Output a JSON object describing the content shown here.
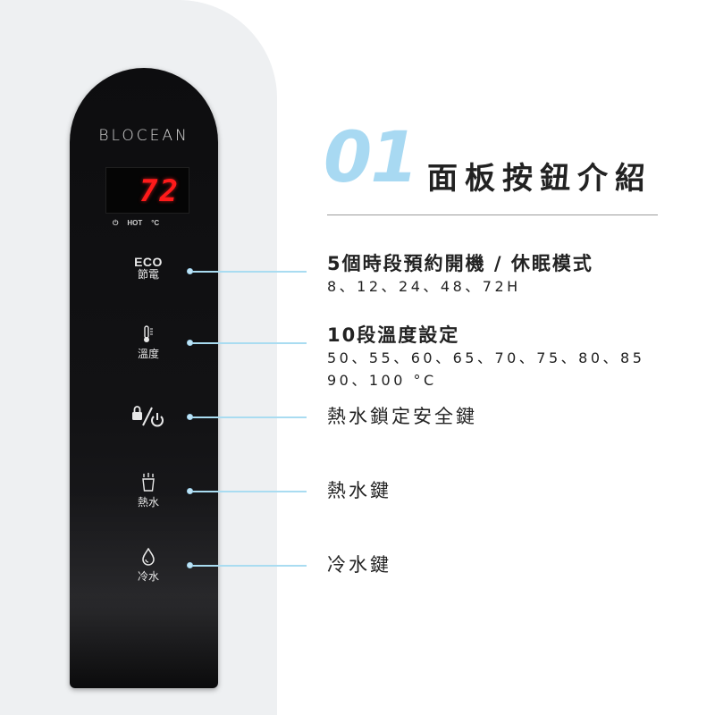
{
  "panel": {
    "brand": "BLOCEAN",
    "display_value": "72",
    "indicators": [
      "⏻",
      "HOT",
      "°C"
    ],
    "buttons": [
      {
        "top_label": "ECO",
        "bottom_label": "節電",
        "icon": "eco-text"
      },
      {
        "top_label": "",
        "bottom_label": "溫度",
        "icon": "thermometer-icon"
      },
      {
        "top_label": "",
        "bottom_label": "",
        "icon": "lock-power-icon"
      },
      {
        "top_label": "",
        "bottom_label": "熱水",
        "icon": "hot-cup-icon"
      },
      {
        "top_label": "",
        "bottom_label": "冷水",
        "icon": "water-drop-icon"
      }
    ]
  },
  "heading": {
    "number": "01",
    "title": "面板按鈕介紹"
  },
  "features": [
    {
      "title": "5個時段預約開機 / 休眠模式",
      "detail": [
        "8、12、24、48、72H"
      ]
    },
    {
      "title": "10段溫度設定",
      "detail": [
        "50、55、60、65、70、75、80、85",
        "90、100 °C"
      ]
    },
    {
      "title": "熱水鎖定安全鍵",
      "detail": []
    },
    {
      "title": "熱水鍵",
      "detail": []
    },
    {
      "title": "冷水鍵",
      "detail": []
    }
  ],
  "colors": {
    "accent": "#a8d9f2",
    "display_red": "#ff1a1a",
    "panel": "#0d0d0f",
    "text": "#222222"
  }
}
